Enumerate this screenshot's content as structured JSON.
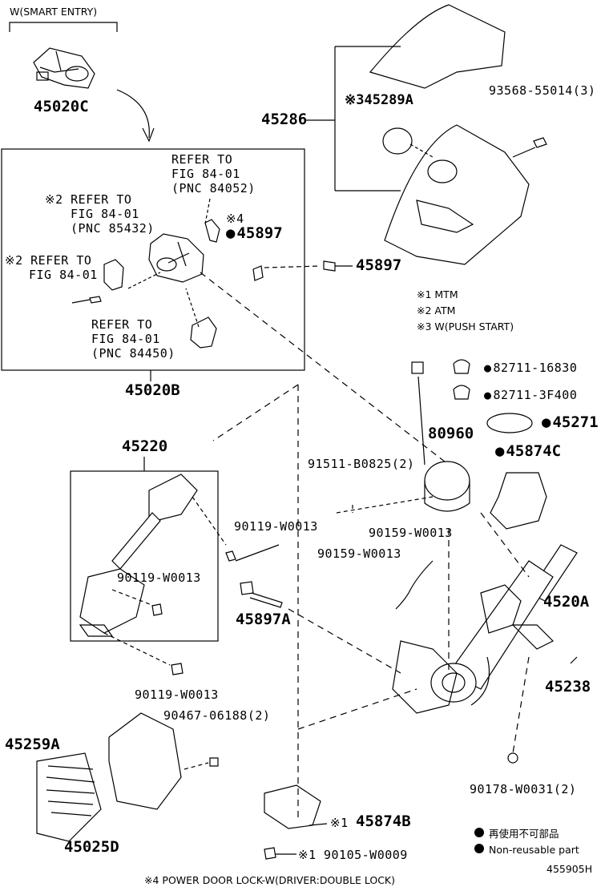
{
  "top_label": "W(SMART ENTRY)",
  "parts": {
    "p45020C": "45020C",
    "p45286": "45286",
    "p45289A": "※345289A",
    "p93568": "93568-55014(3)",
    "refer1": [
      "REFER TO",
      "FIG 84-01",
      "(PNC 84052)"
    ],
    "refer2": [
      "※2 REFER TO",
      "FIG 84-01",
      "(PNC 85432)"
    ],
    "refer3": [
      "※2 REFER TO",
      "FIG 84-01"
    ],
    "refer4": [
      "REFER TO",
      "FIG 84-01",
      "(PNC 84450)"
    ],
    "p45897_note": "※4",
    "p45897_in": "45897",
    "p45897_out": "45897",
    "p45020B": "45020B",
    "p82711a": "82711-16830",
    "p82711b": "82711-3F400",
    "p45271": "45271",
    "p80960": "80960",
    "p45874C": "45874C",
    "p91511": "91511-B0825(2)",
    "p45220": "45220",
    "p90119a": "90119-W0013",
    "p90119b": "90119-W0013",
    "p90119c": "90119-W0013",
    "p90159a": "90159-W0013",
    "p90159b": "90159-W0013",
    "p45897A": "45897A",
    "p4520A": "4520A",
    "p45238": "45238",
    "p90467": "90467-06188(2)",
    "p45259A": "45259A",
    "p90178": "90178-W0031(2)",
    "p45874B": "45874B",
    "p45874B_note": "※1",
    "p45025D": "45025D",
    "p90105": "90105-W0009",
    "p90105_note": "※1"
  },
  "notes": [
    "※1 MTM",
    "※2 ATM",
    "※3 W(PUSH START)"
  ],
  "legend": [
    "再使用不可部品",
    "Non-reusable part"
  ],
  "footer_note": "※4 POWER DOOR LOCK-W(DRIVER:DOUBLE LOCK)",
  "fig_id": "455905H"
}
